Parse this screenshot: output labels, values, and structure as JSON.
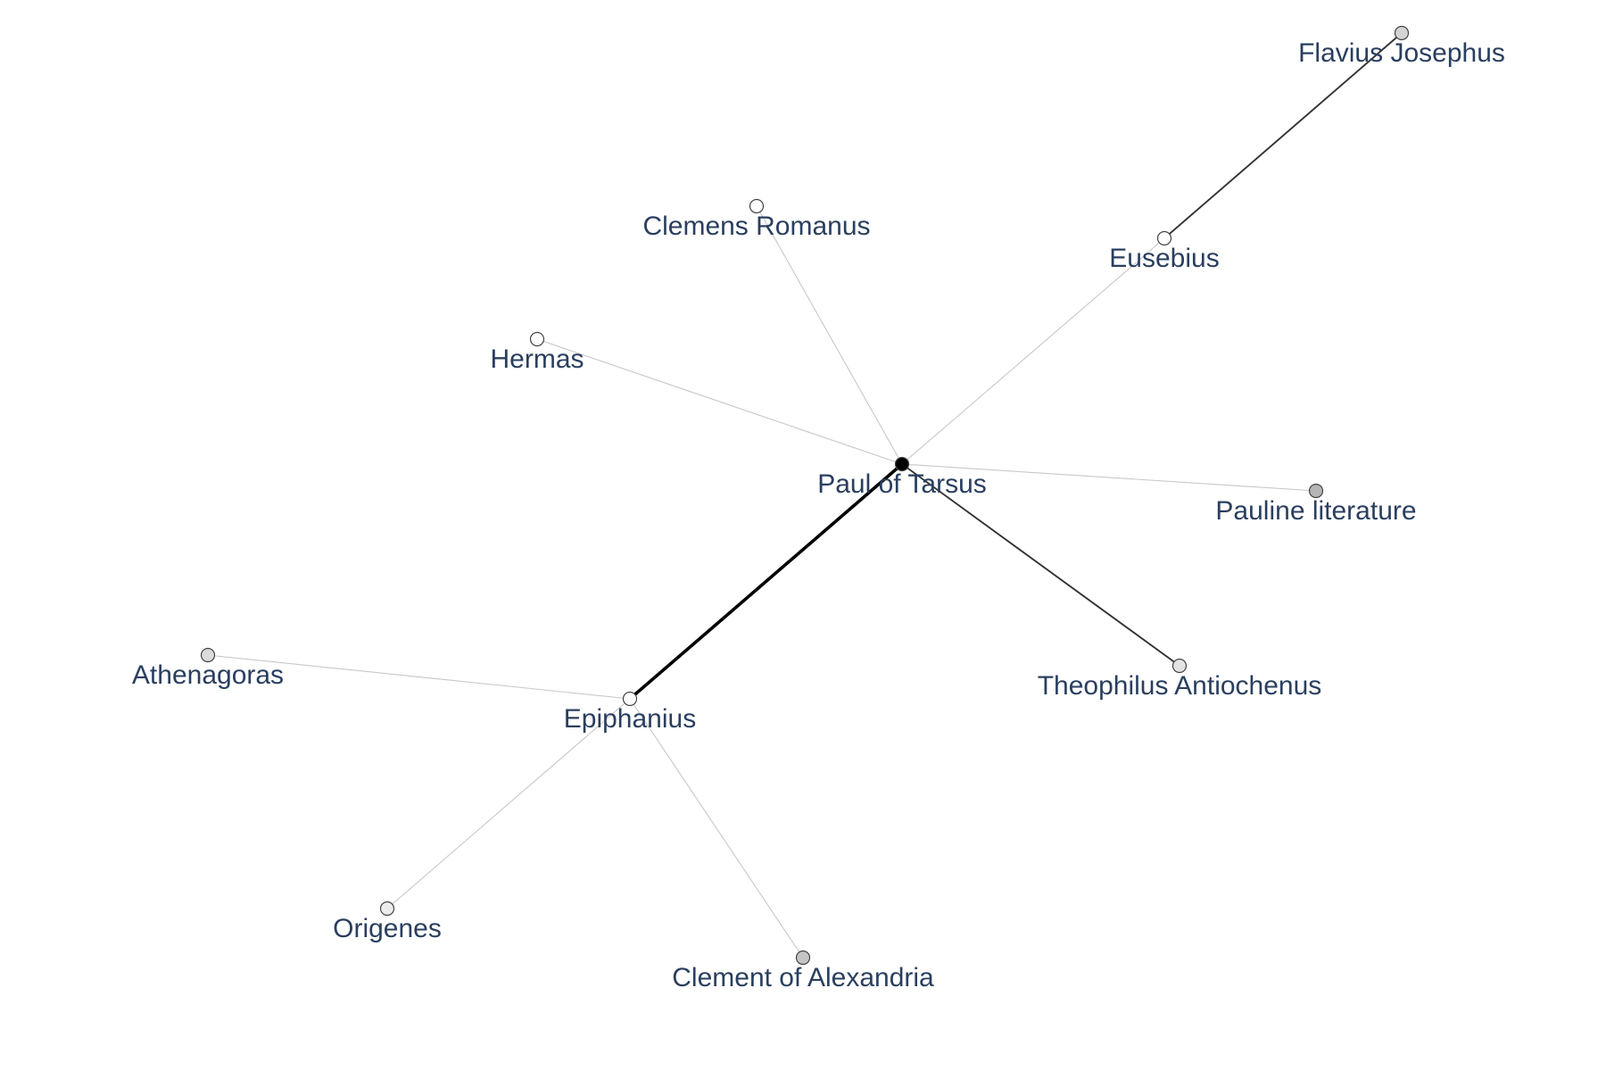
{
  "graph": {
    "nodes": [
      {
        "id": "paul",
        "label": "Paul of Tarsus",
        "fill": "#000000"
      },
      {
        "id": "flavius",
        "label": "Flavius Josephus",
        "fill": "#d4d4d4"
      },
      {
        "id": "eusebius",
        "label": "Eusebius",
        "fill": "#ffffff"
      },
      {
        "id": "clemens",
        "label": "Clemens Romanus",
        "fill": "#ffffff"
      },
      {
        "id": "hermas",
        "label": "Hermas",
        "fill": "#ffffff"
      },
      {
        "id": "pauline",
        "label": "Pauline literature",
        "fill": "#b5b5b5"
      },
      {
        "id": "theophilus",
        "label": "Theophilus Antiochenus",
        "fill": "#e3e3e3"
      },
      {
        "id": "athenagoras",
        "label": "Athenagoras",
        "fill": "#dcdcdc"
      },
      {
        "id": "epiphanius",
        "label": "Epiphanius",
        "fill": "#ffffff"
      },
      {
        "id": "origenes",
        "label": "Origenes",
        "fill": "#ececec"
      },
      {
        "id": "clement_alex",
        "label": "Clement of Alexandria",
        "fill": "#c4c4c4"
      }
    ],
    "edges": [
      {
        "source": "paul",
        "target": "epiphanius",
        "weight": 3,
        "color": "#000000"
      },
      {
        "source": "paul",
        "target": "theophilus",
        "weight": 2,
        "color": "#333333"
      },
      {
        "source": "eusebius",
        "target": "flavius",
        "weight": 2,
        "color": "#333333"
      },
      {
        "source": "paul",
        "target": "eusebius",
        "weight": 1,
        "color": "#c8c8c8"
      },
      {
        "source": "paul",
        "target": "clemens",
        "weight": 1,
        "color": "#c8c8c8"
      },
      {
        "source": "paul",
        "target": "hermas",
        "weight": 1,
        "color": "#c8c8c8"
      },
      {
        "source": "paul",
        "target": "pauline",
        "weight": 1,
        "color": "#c8c8c8"
      },
      {
        "source": "epiphanius",
        "target": "athenagoras",
        "weight": 1,
        "color": "#c8c8c8"
      },
      {
        "source": "epiphanius",
        "target": "origenes",
        "weight": 1,
        "color": "#c8c8c8"
      },
      {
        "source": "epiphanius",
        "target": "clement_alex",
        "weight": 1,
        "color": "#c8c8c8"
      }
    ]
  }
}
